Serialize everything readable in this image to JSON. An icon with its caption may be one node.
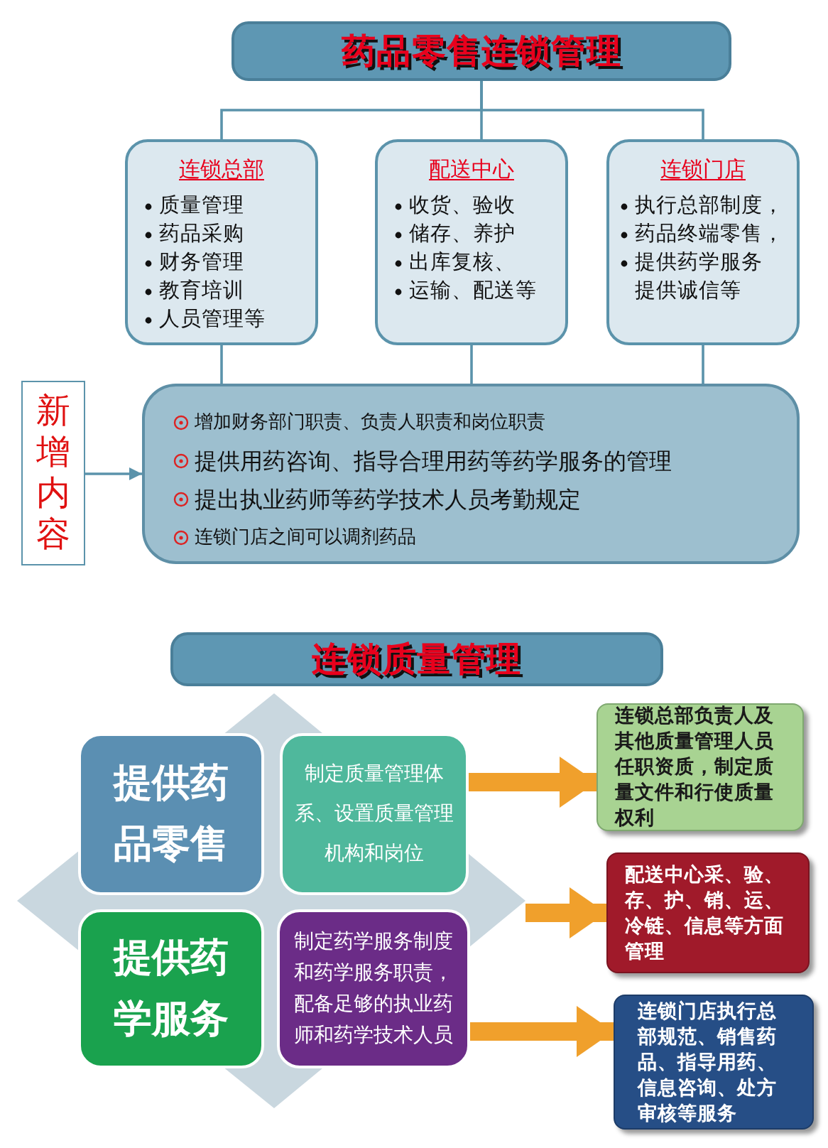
{
  "diagram": {
    "nodes": [
      {
        "text": [
          "药品零售连锁管理"
        ]
      },
      {
        "text": [
          "连锁总部",
          "质量管理",
          "药品采购",
          "财务管理",
          "教育培训",
          "人员管理等"
        ]
      },
      {
        "text": [
          "配送中心",
          "收货、验收",
          "储存、养护",
          "出库复核、",
          "运输、配送等"
        ]
      },
      {
        "text": [
          "连锁门店",
          "执行总部制度，",
          "药品终端零售，",
          "提供药学服务",
          "提供诚信等"
        ]
      },
      {
        "text": [
          "新增内容"
        ]
      },
      {
        "text": [
          "增加财务部门职责、负责人职责和岗位职责",
          "提供用药咨询、指导合理用药等药学服务的管理",
          "提出执业药师等药学技术人员考勤规定",
          "连锁门店之间可以调剂药品"
        ]
      },
      {
        "text": [
          "连锁质量管理"
        ]
      },
      {
        "text": [
          "提供药品零售"
        ]
      },
      {
        "text": [
          "制定质量管理体系、设置质量管理机构和岗位"
        ]
      },
      {
        "text": [
          "提供药学服务"
        ]
      },
      {
        "text": [
          "制定药学服务制度和药学服务职责，配备足够的执业药师和药学技术人员"
        ]
      },
      {
        "text": [
          "连锁总部负责人及其他质量管理人员任职资质，制定质量文件和行使质量权利"
        ]
      },
      {
        "text": [
          "配送中心采、验、存、护、销、运、冷链、信息等方面管理"
        ]
      },
      {
        "text": [
          "连锁门店执行总部规范、销售药品、指导用药、信息咨询、处方审核等服务"
        ]
      }
    ],
    "edges": [
      {
        "from": 0,
        "to": 1,
        "arrow": "none"
      },
      {
        "from": 0,
        "to": 2,
        "arrow": "none"
      },
      {
        "from": 0,
        "to": 3,
        "arrow": "none"
      },
      {
        "from": 1,
        "to": 5,
        "arrow": "none"
      },
      {
        "from": 2,
        "to": 5,
        "arrow": "none"
      },
      {
        "from": 3,
        "to": 5,
        "arrow": "none"
      },
      {
        "from": 4,
        "to": 5,
        "arrow": "to"
      },
      {
        "from": 8,
        "to": 11,
        "arrow": "to",
        "style": "thick",
        "color": "#f0a02c"
      },
      {
        "from": null,
        "to": 12,
        "arrow": "to",
        "style": "thick",
        "color": "#f0a02c"
      },
      {
        "from": 10,
        "to": 13,
        "arrow": "to",
        "style": "thick",
        "color": "#f0a02c"
      }
    ]
  }
}
